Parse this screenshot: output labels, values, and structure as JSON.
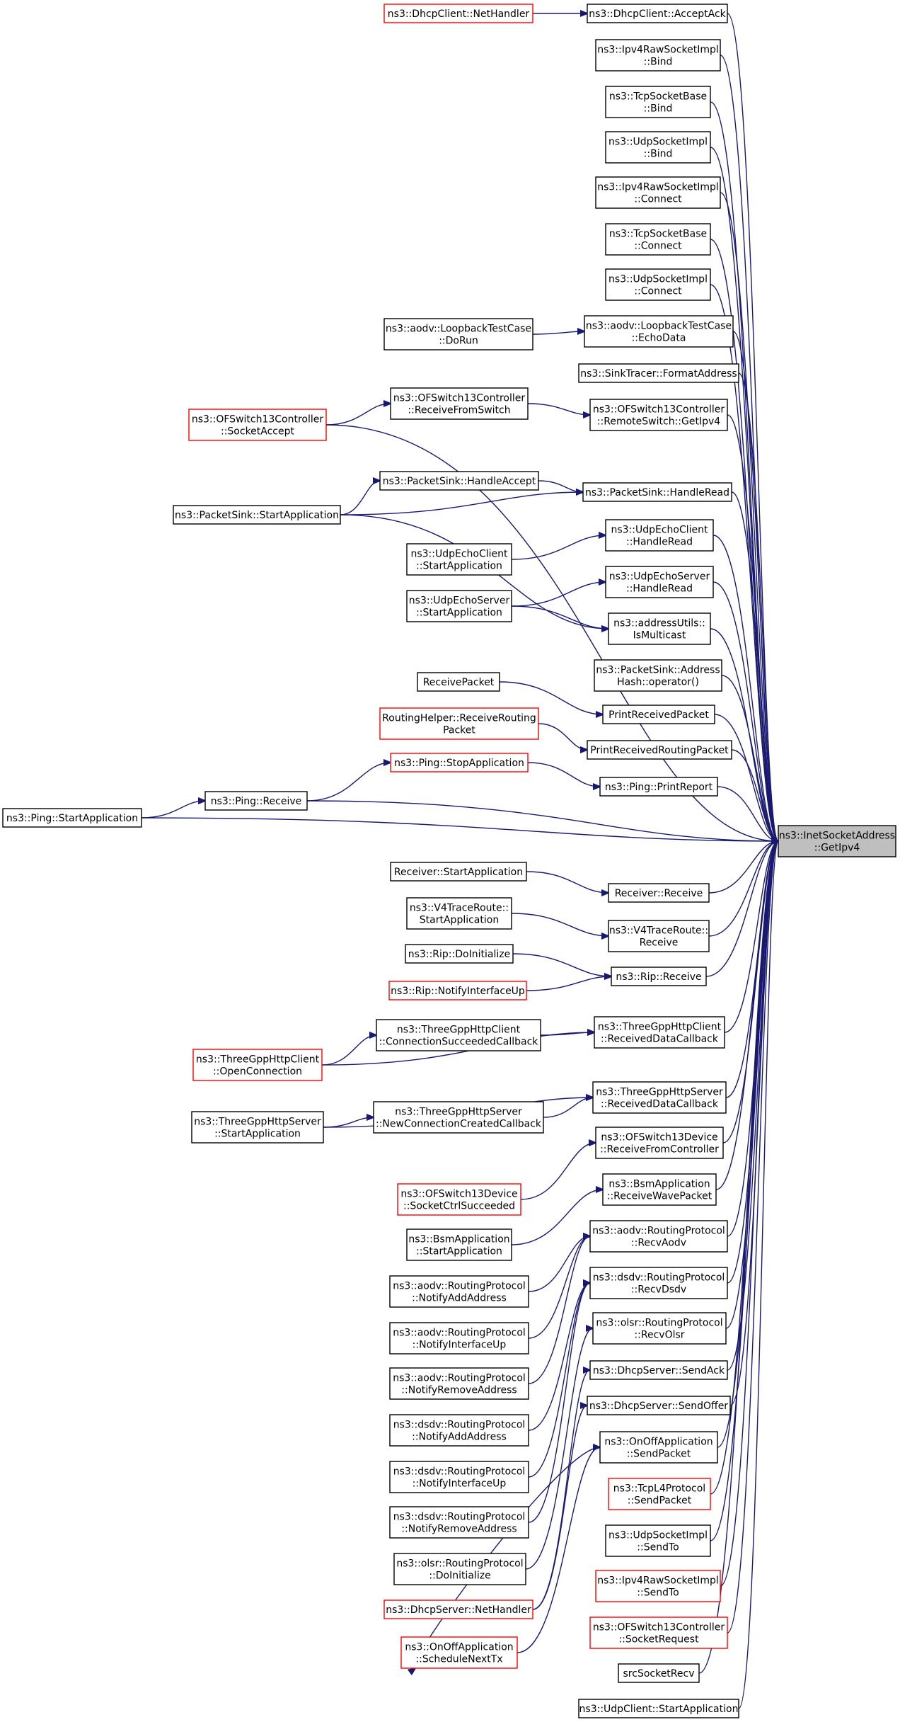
{
  "target": {
    "id": "target",
    "lines": [
      "ns3::InetSocketAddress",
      "::GetIpv4"
    ]
  },
  "nodes": [
    {
      "id": "n_acceptack",
      "lines": [
        "ns3::DhcpClient::AcceptAck"
      ],
      "red": false
    },
    {
      "id": "n_nethandler_client",
      "lines": [
        "ns3::DhcpClient::NetHandler"
      ],
      "red": true
    },
    {
      "id": "n_ipv4raw_bind",
      "lines": [
        "ns3::Ipv4RawSocketImpl",
        "::Bind"
      ],
      "red": false
    },
    {
      "id": "n_tcp_bind",
      "lines": [
        "ns3::TcpSocketBase",
        "::Bind"
      ],
      "red": false
    },
    {
      "id": "n_udp_bind",
      "lines": [
        "ns3::UdpSocketImpl",
        "::Bind"
      ],
      "red": false
    },
    {
      "id": "n_ipv4raw_connect",
      "lines": [
        "ns3::Ipv4RawSocketImpl",
        "::Connect"
      ],
      "red": false
    },
    {
      "id": "n_tcp_connect",
      "lines": [
        "ns3::TcpSocketBase",
        "::Connect"
      ],
      "red": false
    },
    {
      "id": "n_udp_connect",
      "lines": [
        "ns3::UdpSocketImpl",
        "::Connect"
      ],
      "red": false
    },
    {
      "id": "n_loop_echo",
      "lines": [
        "ns3::aodv::LoopbackTestCase",
        "::EchoData"
      ],
      "red": false
    },
    {
      "id": "n_loop_dorun",
      "lines": [
        "ns3::aodv::LoopbackTestCase",
        "::DoRun"
      ],
      "red": false
    },
    {
      "id": "n_sinktracer",
      "lines": [
        "ns3::SinkTracer::FormatAddress"
      ],
      "red": false
    },
    {
      "id": "n_ofs_remote",
      "lines": [
        "ns3::OFSwitch13Controller",
        "::RemoteSwitch::GetIpv4"
      ],
      "red": false
    },
    {
      "id": "n_ofs_recvsw",
      "lines": [
        "ns3::OFSwitch13Controller",
        "::ReceiveFromSwitch"
      ],
      "red": false
    },
    {
      "id": "n_ofs_accept",
      "lines": [
        "ns3::OFSwitch13Controller",
        "::SocketAccept"
      ],
      "red": true
    },
    {
      "id": "n_ps_read",
      "lines": [
        "ns3::PacketSink::HandleRead"
      ],
      "red": false
    },
    {
      "id": "n_ps_accept",
      "lines": [
        "ns3::PacketSink::HandleAccept"
      ],
      "red": false
    },
    {
      "id": "n_ps_start",
      "lines": [
        "ns3::PacketSink::StartApplication"
      ],
      "red": false
    },
    {
      "id": "n_uec_read",
      "lines": [
        "ns3::UdpEchoClient",
        "::HandleRead"
      ],
      "red": false
    },
    {
      "id": "n_uec_start",
      "lines": [
        "ns3::UdpEchoClient",
        "::StartApplication"
      ],
      "red": false
    },
    {
      "id": "n_ues_read",
      "lines": [
        "ns3::UdpEchoServer",
        "::HandleRead"
      ],
      "red": false
    },
    {
      "id": "n_ues_start",
      "lines": [
        "ns3::UdpEchoServer",
        "::StartApplication"
      ],
      "red": false
    },
    {
      "id": "n_ismc",
      "lines": [
        "ns3::addressUtils::",
        "IsMulticast"
      ],
      "red": false
    },
    {
      "id": "n_ps_hash",
      "lines": [
        "ns3::PacketSink::Address",
        "Hash::operator()"
      ],
      "red": false
    },
    {
      "id": "n_prp",
      "lines": [
        "PrintReceivedPacket"
      ],
      "red": false
    },
    {
      "id": "n_recvpkt",
      "lines": [
        "ReceivePacket"
      ],
      "red": false
    },
    {
      "id": "n_prrp",
      "lines": [
        "PrintReceivedRoutingPacket"
      ],
      "red": false
    },
    {
      "id": "n_rh_recv",
      "lines": [
        "RoutingHelper::ReceiveRouting",
        "Packet"
      ],
      "red": true
    },
    {
      "id": "n_ping_report",
      "lines": [
        "ns3::Ping::PrintReport"
      ],
      "red": false
    },
    {
      "id": "n_ping_stop",
      "lines": [
        "ns3::Ping::StopApplication"
      ],
      "red": true
    },
    {
      "id": "n_ping_recv",
      "lines": [
        "ns3::Ping::Receive"
      ],
      "red": false
    },
    {
      "id": "n_ping_start",
      "lines": [
        "ns3::Ping::StartApplication"
      ],
      "red": false
    },
    {
      "id": "n_recv_recv",
      "lines": [
        "Receiver::Receive"
      ],
      "red": false
    },
    {
      "id": "n_recv_start",
      "lines": [
        "Receiver::StartApplication"
      ],
      "red": false
    },
    {
      "id": "n_v4_recv",
      "lines": [
        "ns3::V4TraceRoute::",
        "Receive"
      ],
      "red": false
    },
    {
      "id": "n_v4_start",
      "lines": [
        "ns3::V4TraceRoute::",
        "StartApplication"
      ],
      "red": false
    },
    {
      "id": "n_rip_recv",
      "lines": [
        "ns3::Rip::Receive"
      ],
      "red": false
    },
    {
      "id": "n_rip_init",
      "lines": [
        "ns3::Rip::DoInitialize"
      ],
      "red": false
    },
    {
      "id": "n_rip_notify",
      "lines": [
        "ns3::Rip::NotifyInterfaceUp"
      ],
      "red": true
    },
    {
      "id": "n_hc_rdc",
      "lines": [
        "ns3::ThreeGppHttpClient",
        "::ReceivedDataCallback"
      ],
      "red": false
    },
    {
      "id": "n_hc_csc",
      "lines": [
        "ns3::ThreeGppHttpClient",
        "::ConnectionSucceededCallback"
      ],
      "red": false
    },
    {
      "id": "n_hc_open",
      "lines": [
        "ns3::ThreeGppHttpClient",
        "::OpenConnection"
      ],
      "red": true
    },
    {
      "id": "n_hs_rdc",
      "lines": [
        "ns3::ThreeGppHttpServer",
        "::ReceivedDataCallback"
      ],
      "red": false
    },
    {
      "id": "n_hs_ncc",
      "lines": [
        "ns3::ThreeGppHttpServer",
        "::NewConnectionCreatedCallback"
      ],
      "red": false
    },
    {
      "id": "n_hs_start",
      "lines": [
        "ns3::ThreeGppHttpServer",
        "::StartApplication"
      ],
      "red": false
    },
    {
      "id": "n_ofd_recv",
      "lines": [
        "ns3::OFSwitch13Device",
        "::ReceiveFromController"
      ],
      "red": false
    },
    {
      "id": "n_ofd_sock",
      "lines": [
        "ns3::OFSwitch13Device",
        "::SocketCtrlSucceeded"
      ],
      "red": true
    },
    {
      "id": "n_bsm_recv",
      "lines": [
        "ns3::BsmApplication",
        "::ReceiveWavePacket"
      ],
      "red": false
    },
    {
      "id": "n_bsm_start",
      "lines": [
        "ns3::BsmApplication",
        "::StartApplication"
      ],
      "red": false
    },
    {
      "id": "n_aodv_recv",
      "lines": [
        "ns3::aodv::RoutingProtocol",
        "::RecvAodv"
      ],
      "red": false
    },
    {
      "id": "n_dsdv_recv",
      "lines": [
        "ns3::dsdv::RoutingProtocol",
        "::RecvDsdv"
      ],
      "red": false
    },
    {
      "id": "n_olsr_recv",
      "lines": [
        "ns3::olsr::RoutingProtocol",
        "::RecvOlsr"
      ],
      "red": false
    },
    {
      "id": "n_dhcps_ack",
      "lines": [
        "ns3::DhcpServer::SendAck"
      ],
      "red": false
    },
    {
      "id": "n_dhcps_offer",
      "lines": [
        "ns3::DhcpServer::SendOffer"
      ],
      "red": false
    },
    {
      "id": "n_onoff_send",
      "lines": [
        "ns3::OnOffApplication",
        "::SendPacket"
      ],
      "red": false
    },
    {
      "id": "n_tcpl4",
      "lines": [
        "ns3::TcpL4Protocol",
        "::SendPacket"
      ],
      "red": true
    },
    {
      "id": "n_udp_sendto",
      "lines": [
        "ns3::UdpSocketImpl",
        "::SendTo"
      ],
      "red": false
    },
    {
      "id": "n_ipv4raw_sendto",
      "lines": [
        "ns3::Ipv4RawSocketImpl",
        "::SendTo"
      ],
      "red": true
    },
    {
      "id": "n_ofs_req",
      "lines": [
        "ns3::OFSwitch13Controller",
        "::SocketRequest"
      ],
      "red": true
    },
    {
      "id": "n_srcsock",
      "lines": [
        "srcSocketRecv"
      ],
      "red": false
    },
    {
      "id": "n_udpc_start",
      "lines": [
        "ns3::UdpClient::StartApplication"
      ],
      "red": false
    },
    {
      "id": "n_aodv_add",
      "lines": [
        "ns3::aodv::RoutingProtocol",
        "::NotifyAddAddress"
      ],
      "red": false
    },
    {
      "id": "n_aodv_up",
      "lines": [
        "ns3::aodv::RoutingProtocol",
        "::NotifyInterfaceUp"
      ],
      "red": false
    },
    {
      "id": "n_aodv_rem",
      "lines": [
        "ns3::aodv::RoutingProtocol",
        "::NotifyRemoveAddress"
      ],
      "red": false
    },
    {
      "id": "n_dsdv_add",
      "lines": [
        "ns3::dsdv::RoutingProtocol",
        "::NotifyAddAddress"
      ],
      "red": false
    },
    {
      "id": "n_dsdv_up",
      "lines": [
        "ns3::dsdv::RoutingProtocol",
        "::NotifyInterfaceUp"
      ],
      "red": false
    },
    {
      "id": "n_dsdv_rem",
      "lines": [
        "ns3::dsdv::RoutingProtocol",
        "::NotifyRemoveAddress"
      ],
      "red": false
    },
    {
      "id": "n_olsr_init",
      "lines": [
        "ns3::olsr::RoutingProtocol",
        "::DoInitialize"
      ],
      "red": false
    },
    {
      "id": "n_dhcps_net",
      "lines": [
        "ns3::DhcpServer::NetHandler"
      ],
      "red": true
    },
    {
      "id": "n_onoff_sched",
      "lines": [
        "ns3::OnOffApplication",
        "::ScheduleNextTx"
      ],
      "red": true
    }
  ],
  "edges": [
    {
      "from": "n_nethandler_client",
      "to": "n_acceptack"
    },
    {
      "from": "n_loop_dorun",
      "to": "n_loop_echo"
    },
    {
      "from": "n_ofs_recvsw",
      "to": "n_ofs_remote"
    },
    {
      "from": "n_ofs_accept",
      "to": "n_ofs_recvsw"
    },
    {
      "from": "n_ps_accept",
      "to": "n_ps_read"
    },
    {
      "from": "n_ps_start",
      "to": "n_ps_accept"
    },
    {
      "from": "n_ps_start",
      "to": "n_ps_read"
    },
    {
      "from": "n_ps_start",
      "to": "n_ismc"
    },
    {
      "from": "n_uec_start",
      "to": "n_uec_read"
    },
    {
      "from": "n_ues_start",
      "to": "n_ues_read"
    },
    {
      "from": "n_ues_start",
      "to": "n_ismc"
    },
    {
      "from": "n_recvpkt",
      "to": "n_prp"
    },
    {
      "from": "n_rh_recv",
      "to": "n_prrp"
    },
    {
      "from": "n_ping_stop",
      "to": "n_ping_report"
    },
    {
      "from": "n_ping_recv",
      "to": "n_ping_stop"
    },
    {
      "from": "n_ping_start",
      "to": "n_ping_recv"
    },
    {
      "from": "n_ping_start",
      "to": "target"
    },
    {
      "from": "n_ping_recv",
      "to": "target"
    },
    {
      "from": "n_recv_start",
      "to": "n_recv_recv"
    },
    {
      "from": "n_v4_start",
      "to": "n_v4_recv"
    },
    {
      "from": "n_rip_init",
      "to": "n_rip_recv"
    },
    {
      "from": "n_rip_notify",
      "to": "n_rip_recv"
    },
    {
      "from": "n_hc_csc",
      "to": "n_hc_rdc"
    },
    {
      "from": "n_hc_open",
      "to": "n_hc_csc"
    },
    {
      "from": "n_hc_open",
      "to": "n_hc_rdc"
    },
    {
      "from": "n_hs_ncc",
      "to": "n_hs_rdc"
    },
    {
      "from": "n_hs_start",
      "to": "n_hs_ncc"
    },
    {
      "from": "n_hs_start",
      "to": "n_hs_rdc"
    },
    {
      "from": "n_ofd_sock",
      "to": "n_ofd_recv"
    },
    {
      "from": "n_bsm_start",
      "to": "n_bsm_recv"
    },
    {
      "from": "n_aodv_add",
      "to": "n_aodv_recv"
    },
    {
      "from": "n_aodv_up",
      "to": "n_aodv_recv"
    },
    {
      "from": "n_aodv_rem",
      "to": "n_aodv_recv"
    },
    {
      "from": "n_dsdv_add",
      "to": "n_dsdv_recv"
    },
    {
      "from": "n_dsdv_up",
      "to": "n_dsdv_recv"
    },
    {
      "from": "n_dsdv_rem",
      "to": "n_dsdv_recv"
    },
    {
      "from": "n_olsr_init",
      "to": "n_olsr_recv"
    },
    {
      "from": "n_dhcps_net",
      "to": "n_dhcps_ack"
    },
    {
      "from": "n_dhcps_net",
      "to": "n_dhcps_offer"
    },
    {
      "from": "n_onoff_sched",
      "to": "n_onoff_send"
    },
    {
      "from": "n_onoff_send",
      "to": "n_onoff_sched"
    },
    {
      "from": "n_acceptack",
      "to": "target"
    },
    {
      "from": "n_ipv4raw_bind",
      "to": "target"
    },
    {
      "from": "n_tcp_bind",
      "to": "target"
    },
    {
      "from": "n_udp_bind",
      "to": "target"
    },
    {
      "from": "n_ipv4raw_connect",
      "to": "target"
    },
    {
      "from": "n_tcp_connect",
      "to": "target"
    },
    {
      "from": "n_udp_connect",
      "to": "target"
    },
    {
      "from": "n_loop_echo",
      "to": "target"
    },
    {
      "from": "n_sinktracer",
      "to": "target"
    },
    {
      "from": "n_ofs_remote",
      "to": "target"
    },
    {
      "from": "n_ofs_accept",
      "to": "target"
    },
    {
      "from": "n_ps_read",
      "to": "target"
    },
    {
      "from": "n_uec_read",
      "to": "target"
    },
    {
      "from": "n_ues_read",
      "to": "target"
    },
    {
      "from": "n_ismc",
      "to": "target"
    },
    {
      "from": "n_ps_hash",
      "to": "target"
    },
    {
      "from": "n_prp",
      "to": "target"
    },
    {
      "from": "n_prrp",
      "to": "target"
    },
    {
      "from": "n_ping_report",
      "to": "target"
    },
    {
      "from": "n_recv_recv",
      "to": "target"
    },
    {
      "from": "n_v4_recv",
      "to": "target"
    },
    {
      "from": "n_rip_recv",
      "to": "target"
    },
    {
      "from": "n_hc_rdc",
      "to": "target"
    },
    {
      "from": "n_hs_rdc",
      "to": "target"
    },
    {
      "from": "n_ofd_recv",
      "to": "target"
    },
    {
      "from": "n_bsm_recv",
      "to": "target"
    },
    {
      "from": "n_aodv_recv",
      "to": "target"
    },
    {
      "from": "n_dsdv_recv",
      "to": "target"
    },
    {
      "from": "n_olsr_recv",
      "to": "target"
    },
    {
      "from": "n_dhcps_ack",
      "to": "target"
    },
    {
      "from": "n_dhcps_offer",
      "to": "target"
    },
    {
      "from": "n_onoff_send",
      "to": "target"
    },
    {
      "from": "n_tcpl4",
      "to": "target"
    },
    {
      "from": "n_udp_sendto",
      "to": "target"
    },
    {
      "from": "n_ipv4raw_sendto",
      "to": "target"
    },
    {
      "from": "n_ofs_req",
      "to": "target"
    },
    {
      "from": "n_srcsock",
      "to": "target"
    },
    {
      "from": "n_udpc_start",
      "to": "target"
    }
  ],
  "colors": {
    "edge": "#191970",
    "node_border": "#000000",
    "node_border_incomplete": "#ff0000",
    "target_fill": "#bfbfbf",
    "background": "#ffffff"
  }
}
